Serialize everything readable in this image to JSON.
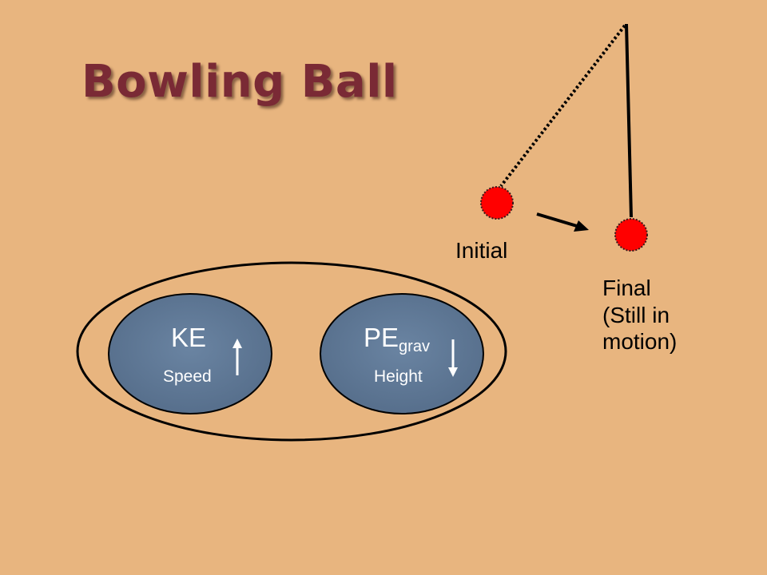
{
  "title": "Bowling Ball",
  "labels": {
    "initial": "Initial",
    "final_line1": "Final",
    "final_line2": "(Still in",
    "final_line3": "motion)"
  },
  "energy": {
    "ke": {
      "label": "KE",
      "sub_label": "Speed",
      "trend": "up"
    },
    "pe": {
      "label": "PE",
      "subscript": "grav",
      "sub_label": "Height",
      "trend": "down"
    }
  },
  "colors": {
    "background": "#e8b57f",
    "title": "#7a2a35",
    "ball": "#ff0000",
    "bubble": "#5f7896"
  }
}
